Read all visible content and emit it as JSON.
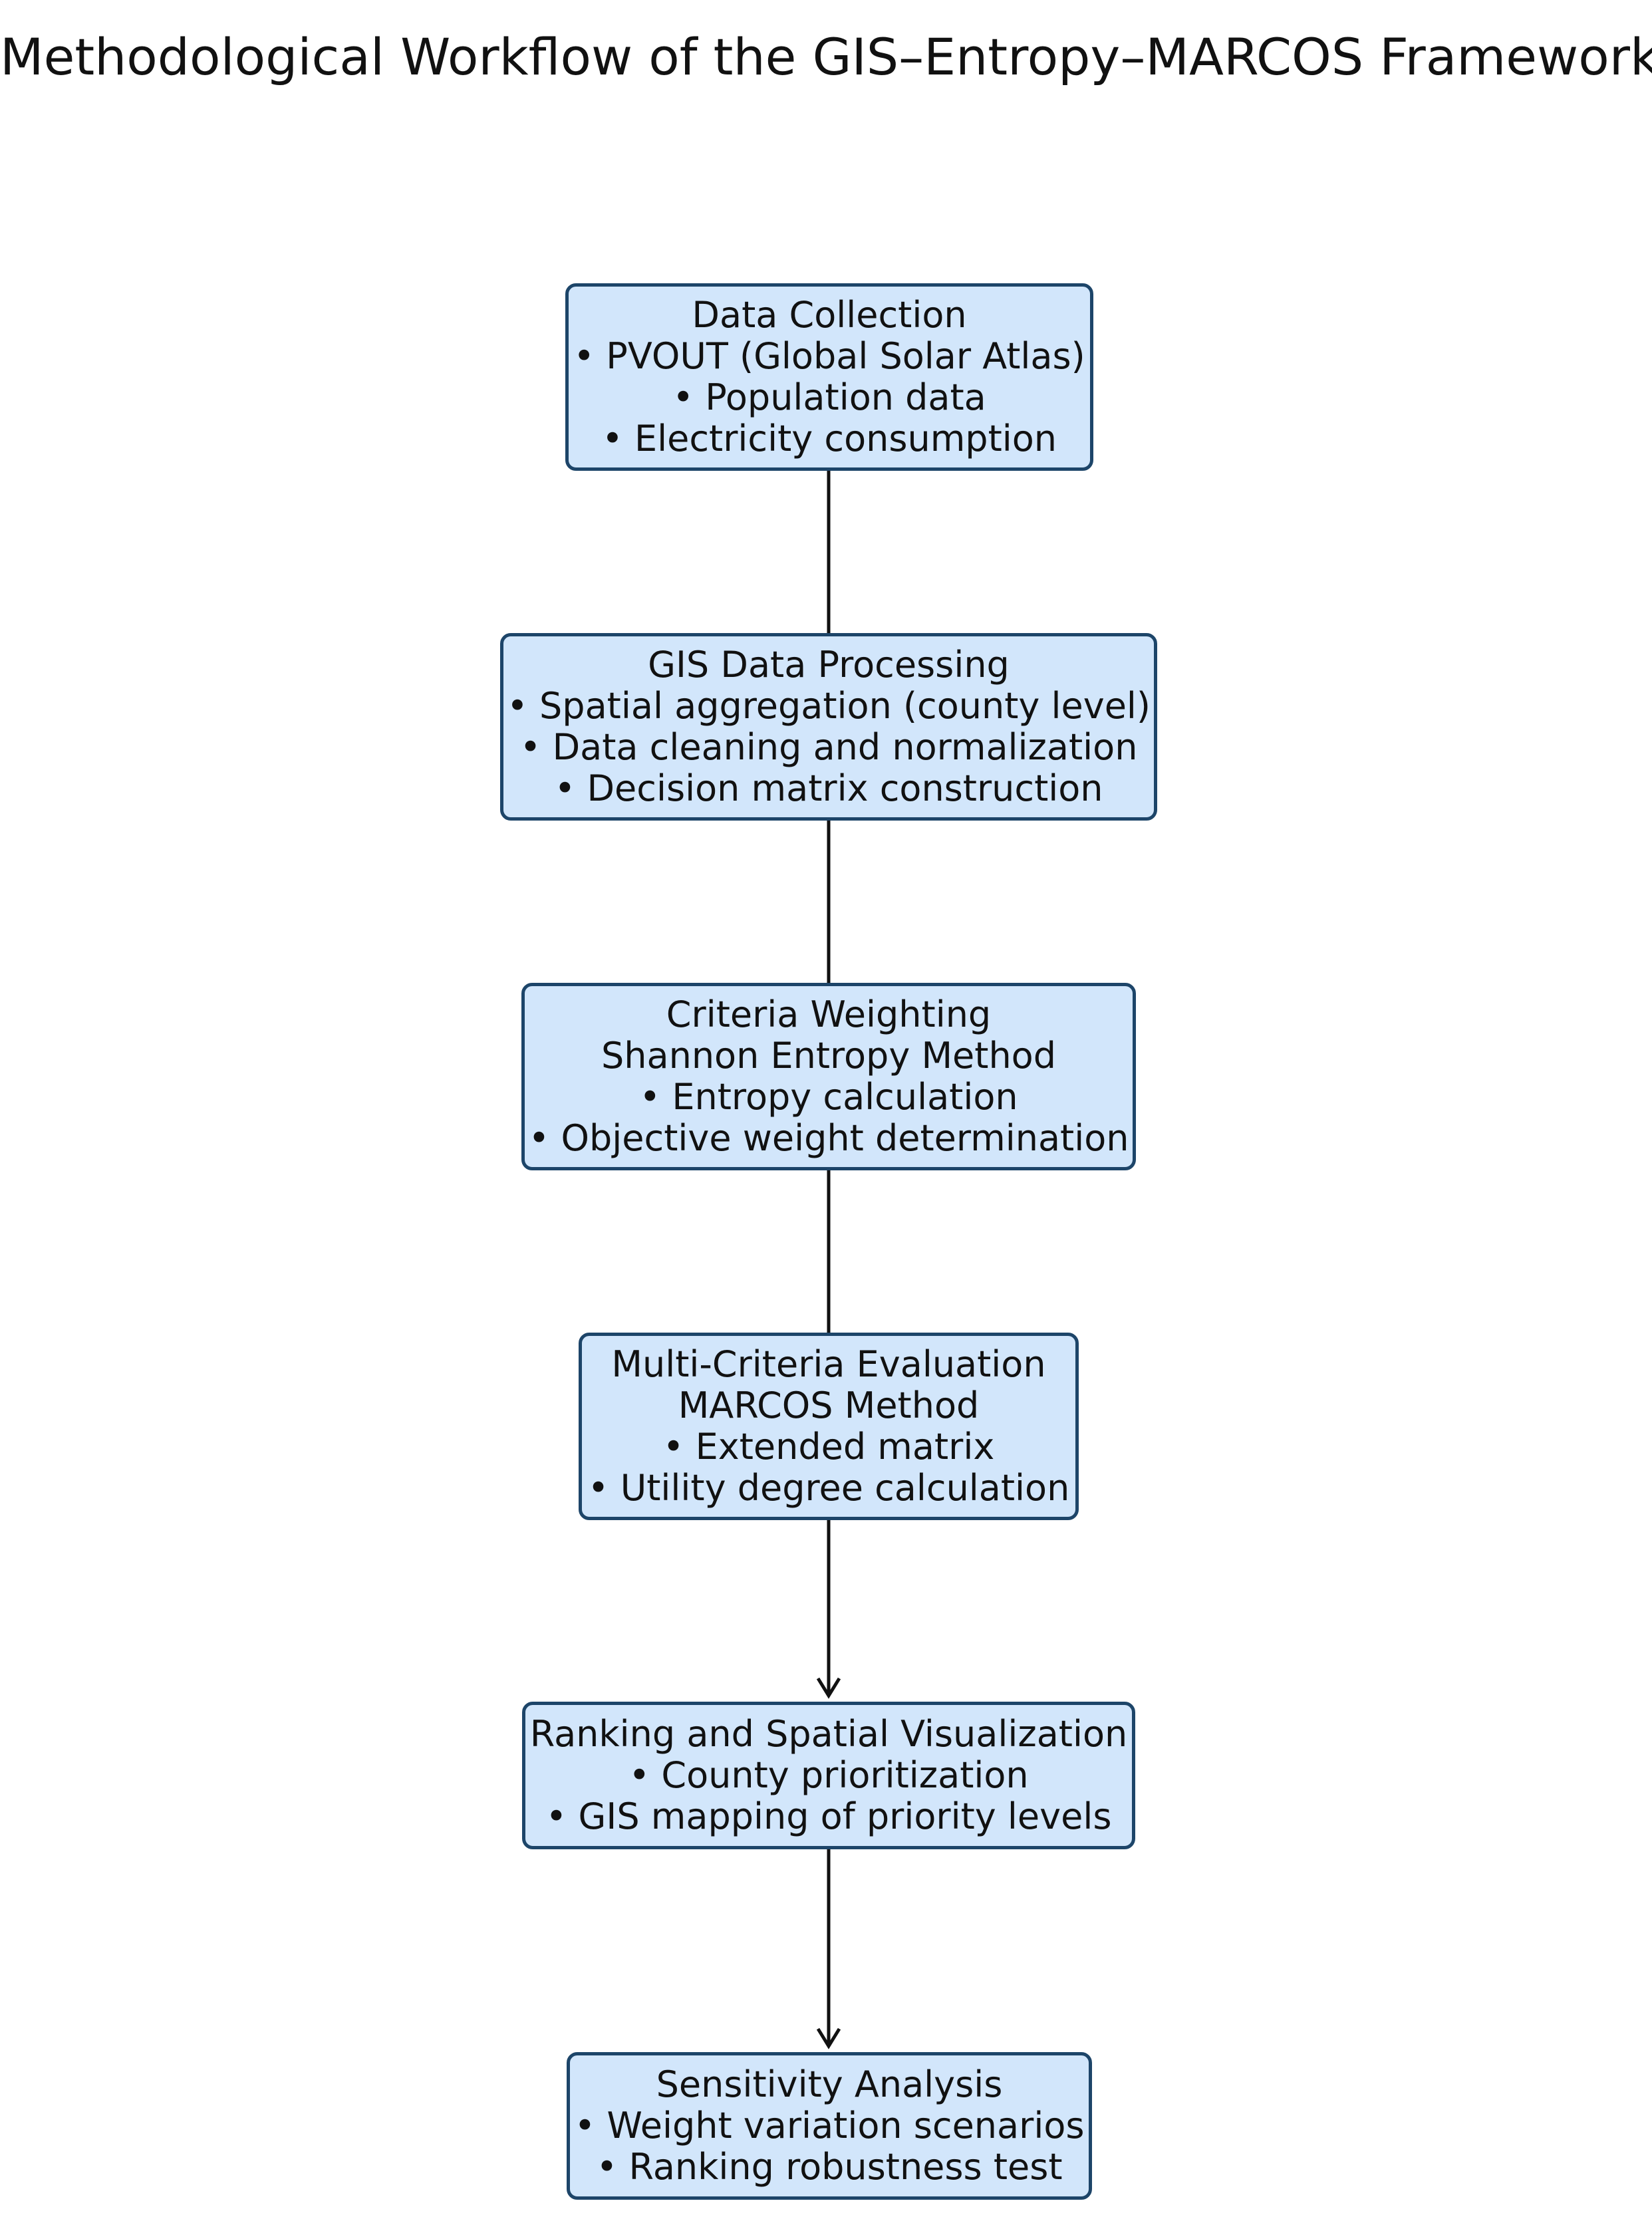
{
  "title": "Methodological Workflow of the GIS–Entropy–MARCOS Framework",
  "colors": {
    "box_fill": "#d2e6fb",
    "box_border": "#1d4569",
    "arrow": "#111111",
    "text": "#111111"
  },
  "steps": [
    {
      "lines": [
        "Data Collection",
        "• PVOUT (Global Solar Atlas)",
        "• Population data",
        "• Electricity consumption"
      ]
    },
    {
      "lines": [
        "GIS Data Processing",
        "• Spatial aggregation (county level)",
        "• Data cleaning and normalization",
        "• Decision matrix construction"
      ]
    },
    {
      "lines": [
        "Criteria Weighting",
        "Shannon Entropy Method",
        "• Entropy calculation",
        "• Objective weight determination"
      ]
    },
    {
      "lines": [
        "Multi-Criteria Evaluation",
        "MARCOS Method",
        "• Extended matrix",
        "• Utility degree calculation"
      ]
    },
    {
      "lines": [
        "Ranking and Spatial Visualization",
        "• County prioritization",
        "• GIS mapping of priority levels"
      ]
    },
    {
      "lines": [
        "Sensitivity Analysis",
        "• Weight variation scenarios",
        "• Ranking robustness test"
      ]
    }
  ]
}
